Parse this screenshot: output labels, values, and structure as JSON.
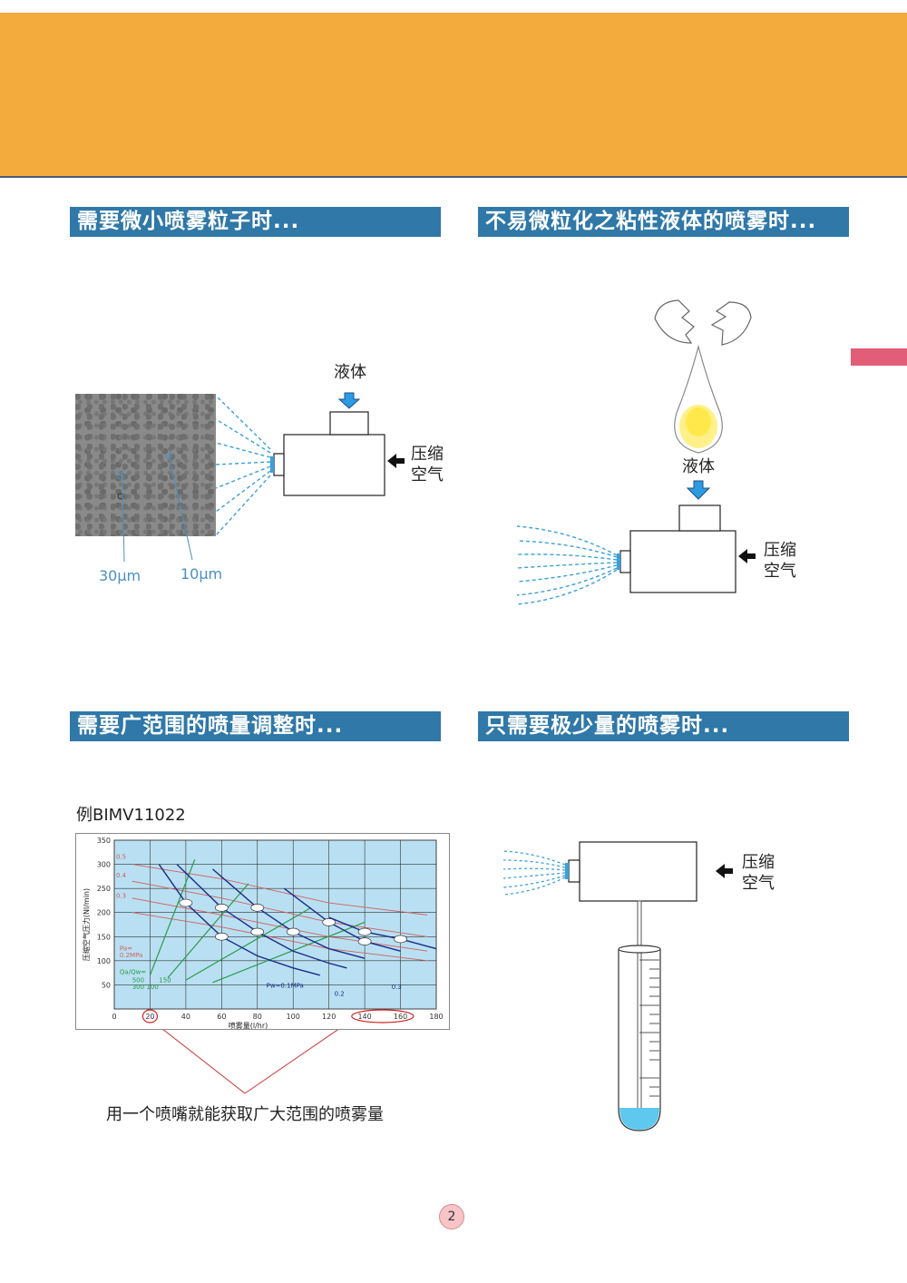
{
  "sections": {
    "top_left": {
      "title": "需要微小喷雾粒子时..."
    },
    "top_right": {
      "title": "不易微粒化之粘性液体的喷雾时..."
    },
    "bottom_left": {
      "title": "需要广范围的喷量调整时..."
    },
    "bottom_right": {
      "title": "只需要极少量的喷雾时..."
    }
  },
  "diagram1": {
    "liquid": "液体",
    "air_line1": "压缩",
    "air_line2": "空气",
    "size_a": "30μm",
    "size_b": "10μm"
  },
  "diagram2": {
    "liquid": "液体",
    "air_line1": "压缩",
    "air_line2": "空气"
  },
  "diagram4": {
    "air_line1": "压缩",
    "air_line2": "空气"
  },
  "chart_caption": "例BIMV11022",
  "bottom_caption": "用一个喷嘴就能获取广大范围的喷雾量",
  "page_number": "2",
  "colors": {
    "header": "#f2ab3c",
    "section_bar": "#2f78a8",
    "side_tab": "#e25d78",
    "chart_bg": "#b9e0f2"
  },
  "chart_data": {
    "type": "line",
    "xlabel": "喷雾量(l/hr)",
    "ylabel": "压缩空气压力(Nl/min)",
    "xlim": [
      0,
      180
    ],
    "ylim": [
      0,
      350
    ],
    "x_ticks": [
      "0",
      "20",
      "40",
      "60",
      "80",
      "100",
      "120",
      "140",
      "160",
      "180"
    ],
    "y_ticks": [
      "50",
      "100",
      "150",
      "200",
      "250",
      "300",
      "350"
    ],
    "grid": true,
    "annotations": [
      "Pa=",
      "0.2MPa",
      "Qa/Qw=",
      "500",
      "300",
      "150",
      "100",
      "Pw=0.1MPa",
      "0.2",
      "0.3",
      "0.4",
      "0.5"
    ],
    "left_labels": [
      "0.5",
      "0.4",
      "0.3"
    ],
    "highlighted_x": [
      "20",
      "140",
      "160"
    ],
    "series": [
      {
        "name": "0.1",
        "values": [
          [
            25,
            300
          ],
          [
            40,
            220
          ],
          [
            60,
            150
          ],
          [
            80,
            110
          ],
          [
            100,
            85
          ],
          [
            115,
            70
          ]
        ]
      },
      {
        "name": "0.2",
        "values": [
          [
            35,
            300
          ],
          [
            60,
            210
          ],
          [
            80,
            160
          ],
          [
            100,
            120
          ],
          [
            120,
            95
          ],
          [
            130,
            85
          ]
        ]
      },
      {
        "name": "0.3",
        "values": [
          [
            55,
            290
          ],
          [
            80,
            210
          ],
          [
            100,
            160
          ],
          [
            120,
            125
          ],
          [
            140,
            105
          ]
        ]
      },
      {
        "name": "0.4",
        "values": [
          [
            95,
            250
          ],
          [
            120,
            180
          ],
          [
            140,
            140
          ],
          [
            160,
            120
          ]
        ]
      },
      {
        "name": "0.5",
        "values": [
          [
            120,
            190
          ],
          [
            140,
            160
          ],
          [
            160,
            145
          ],
          [
            180,
            125
          ]
        ]
      }
    ]
  }
}
